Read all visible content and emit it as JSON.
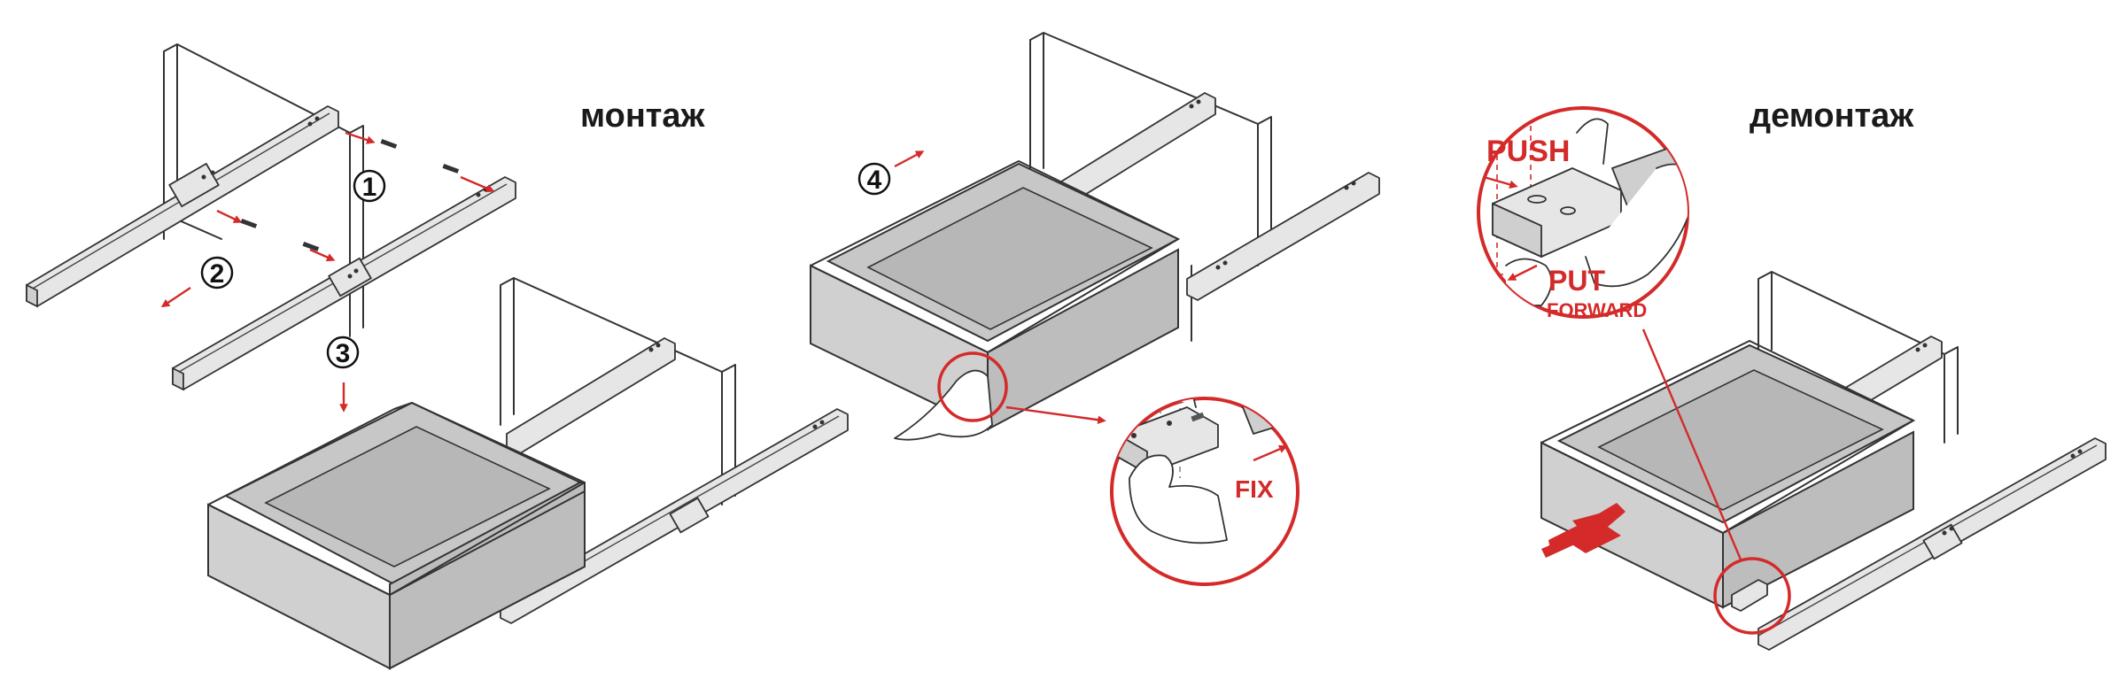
{
  "headings": {
    "install": "монтаж",
    "remove": "демонтаж"
  },
  "steps": [
    {
      "label": "1"
    },
    {
      "label": "2"
    },
    {
      "label": "3"
    },
    {
      "label": "4"
    }
  ],
  "callouts": {
    "fix": "FIX",
    "push": "PUSH",
    "put": "PUT",
    "forward": "FORWARD"
  },
  "colors": {
    "accent_red": "#d42a2a",
    "drawer_grey": "#d0d0d0",
    "line": "#333333"
  }
}
